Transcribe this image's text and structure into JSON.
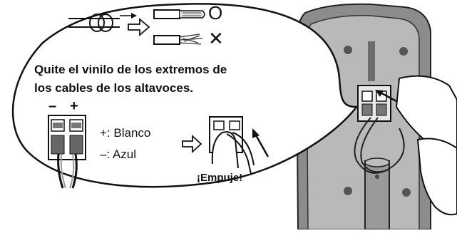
{
  "diagram": {
    "instruction_line1": "Quite el vinilo de los extremos de",
    "instruction_line2": "los cables de los altavoces.",
    "minus_sign": "–",
    "plus_sign": "+",
    "legend_plus": "+: Blanco",
    "legend_minus": "–: Azul",
    "push_label": "¡Empuje!",
    "correct_symbol": "O",
    "wrong_symbol": "✕"
  }
}
